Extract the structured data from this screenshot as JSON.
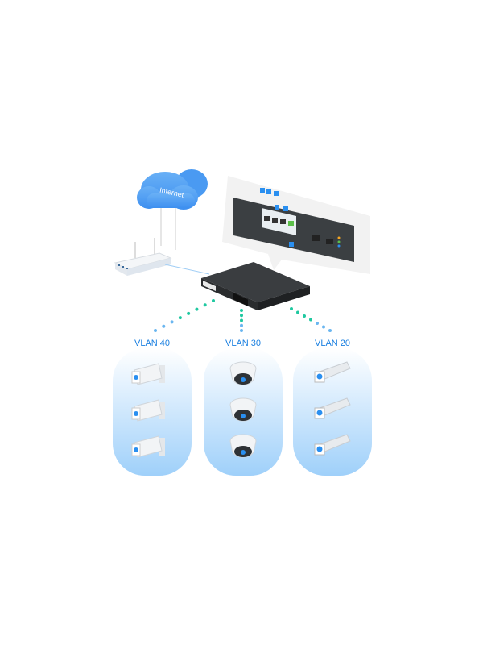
{
  "cloud": {
    "label": "Internet"
  },
  "groups": [
    {
      "label": "VLAN 40",
      "camera_type": "bullet-wall-mount",
      "count": 3
    },
    {
      "label": "VLAN 30",
      "camera_type": "dome",
      "count": 3
    },
    {
      "label": "VLAN 20",
      "camera_type": "box",
      "count": 3
    }
  ],
  "colors": {
    "accent_blue": "#1a7fe0",
    "dot_green": "#1fc8a0",
    "dot_blue": "#6ab6f0",
    "switch_body": "#3a3d40",
    "group_fill": "#bfe0fb"
  }
}
